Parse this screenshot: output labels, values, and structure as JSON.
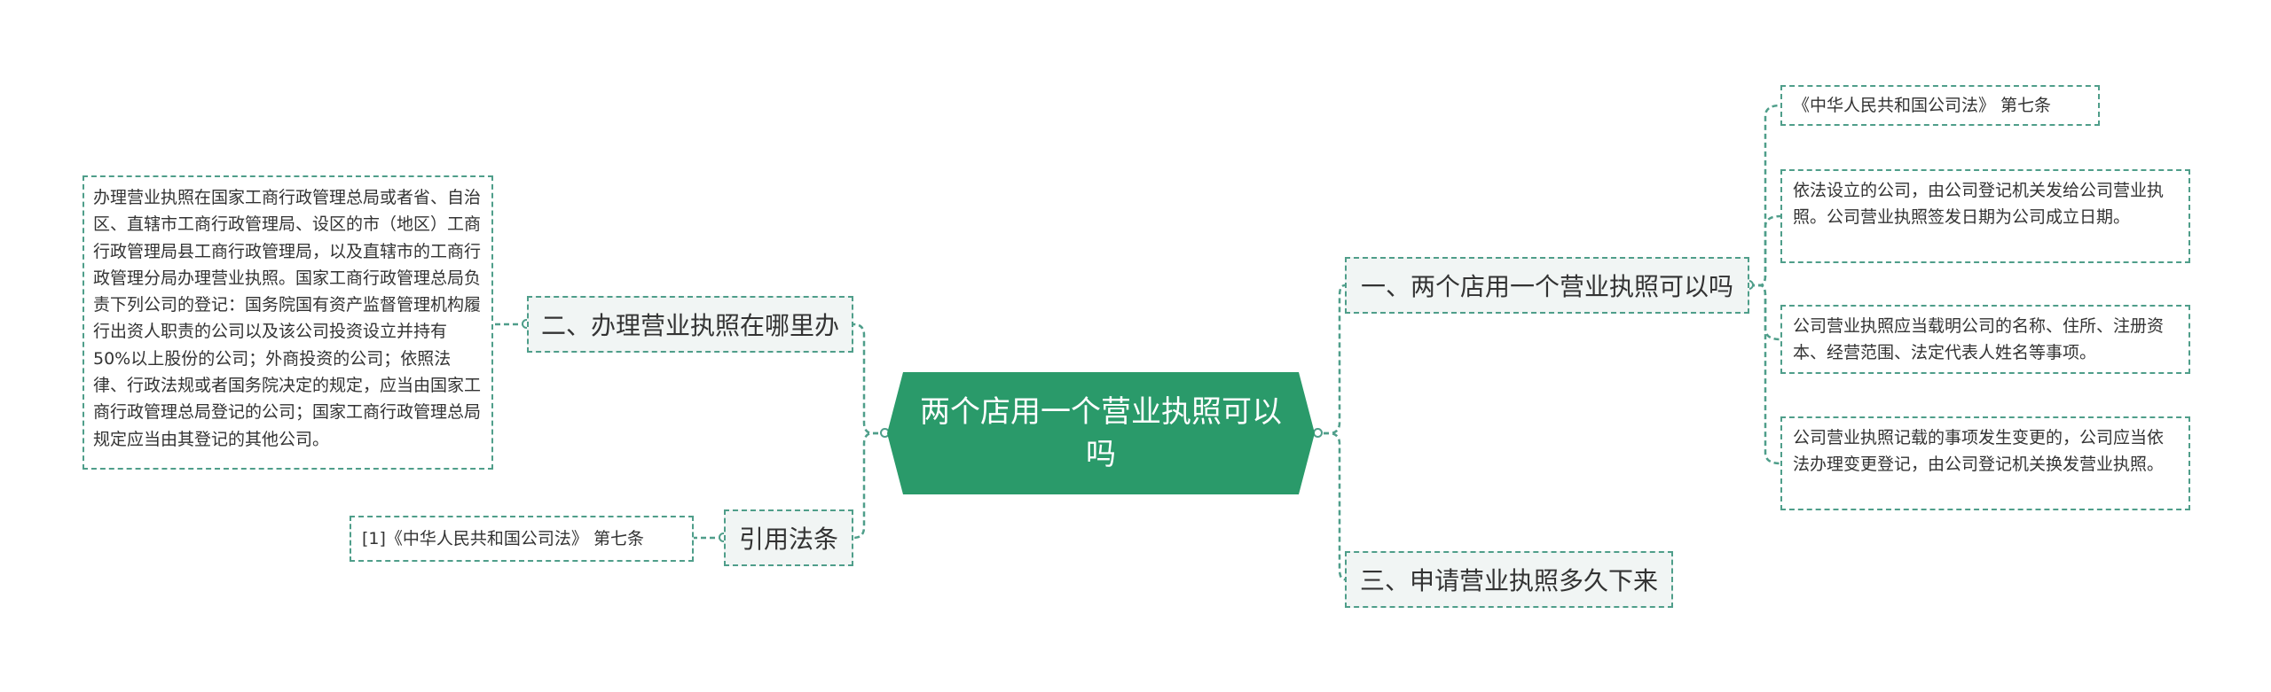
{
  "mindmap": {
    "root": "两个店用一个营业执照可以吗",
    "right_topics": {
      "t1": {
        "label": "一、两个店用一个营业执照可以吗",
        "children": [
          "《中华人民共和国公司法》 第七条",
          "依法设立的公司，由公司登记机关发给公司营业执照。公司营业执照签发日期为公司成立日期。",
          "公司营业执照应当载明公司的名称、住所、注册资本、经营范围、法定代表人姓名等事项。",
          "公司营业执照记载的事项发生变更的，公司应当依法办理变更登记，由公司登记机关换发营业执照。"
        ]
      },
      "t4": {
        "label": "三、申请营业执照多久下来"
      }
    },
    "left_topics": {
      "t2": {
        "label": "二、办理营业执照在哪里办",
        "children": [
          "办理营业执照在国家工商行政管理总局或者省、自治区、直辖市工商行政管理局、设区的市（地区）工商行政管理局县工商行政管理局，以及直辖市的工商行政管理分局办理营业执照。国家工商行政管理总局负责下列公司的登记：国务院国有资产监督管理机构履行出资人职责的公司以及该公司投资设立并持有50%以上股份的公司；外商投资的公司；依照法律、行政法规或者国务院决定的规定，应当由国家工商行政管理总局登记的公司；国家工商行政管理总局规定应当由其登记的其他公司。"
        ]
      },
      "t3": {
        "label": "引用法条",
        "children": [
          "[1]《中华人民共和国公司法》 第七条"
        ]
      }
    },
    "colors": {
      "root_fill": "#2a9a6a",
      "line": "#4f9e8a",
      "topic_fill": "#f1f5f4"
    }
  }
}
